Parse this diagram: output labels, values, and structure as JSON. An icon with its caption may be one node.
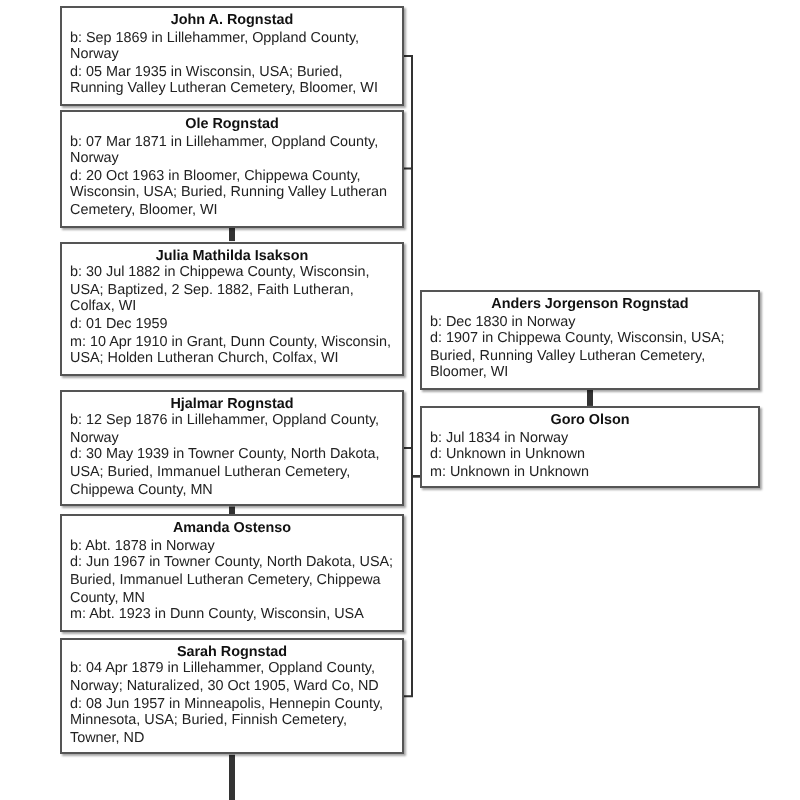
{
  "diagram": {
    "nodes": [
      {
        "text": [
          "John A. Rognstad",
          "b: Sep 1869 in Lillehammer, Oppland County, Norway",
          "d: 05 Mar 1935 in Wisconsin, USA; Buried, Running Valley Lutheran Cemetery, Bloomer, WI"
        ]
      },
      {
        "text": [
          "Ole Rognstad",
          "b: 07 Mar 1871 in Lillehammer, Oppland County, Norway",
          "d: 20 Oct 1963 in Bloomer, Chippewa County, Wisconsin, USA; Buried, Running Valley Lutheran Cemetery, Bloomer, WI"
        ]
      },
      {
        "text": [
          "Julia Mathilda Isakson",
          "b: 30 Jul 1882 in Chippewa County, Wisconsin, USA; Baptized, 2 Sep. 1882, Faith Lutheran, Colfax, WI",
          "d: 01 Dec 1959",
          "m: 10 Apr 1910 in Grant, Dunn County, Wisconsin, USA; Holden Lutheran Church, Colfax, WI"
        ]
      },
      {
        "text": [
          "Anders Jorgenson Rognstad",
          "b: Dec 1830 in Norway",
          "d: 1907 in Chippewa County, Wisconsin, USA; Buried, Running Valley Lutheran Cemetery, Bloomer, WI"
        ]
      },
      {
        "text": [
          "Goro Olson",
          "b: Jul 1834 in Norway",
          "d: Unknown in Unknown",
          "m: Unknown in Unknown"
        ]
      },
      {
        "text": [
          "Hjalmar Rognstad",
          "b: 12 Sep 1876 in Lillehammer, Oppland County, Norway",
          "d: 30 May 1939 in Towner County, North Dakota, USA; Buried, Immanuel Lutheran Cemetery, Chippewa County, MN"
        ]
      },
      {
        "text": [
          "Amanda Ostenso",
          "b: Abt. 1878 in Norway",
          "d: Jun 1967 in Towner County, North Dakota, USA; Buried, Immanuel Lutheran Cemetery, Chippewa County, MN",
          "m: Abt. 1923 in Dunn County, Wisconsin, USA"
        ]
      },
      {
        "text": [
          "Sarah Rognstad",
          "b: 04 Apr 1879 in Lillehammer, Oppland County, Norway; Naturalized, 30 Oct 1905, Ward Co, ND",
          "d: 08 Jun 1957 in Minneapolis, Hennepin County, Minnesota, USA; Buried, Finnish Cemetery, Towner, ND"
        ]
      }
    ],
    "edges": [
      {
        "from": 0,
        "to": 4,
        "arrow": "none"
      },
      {
        "from": 1,
        "to": 4,
        "arrow": "none"
      },
      {
        "from": 5,
        "to": 4,
        "arrow": "none"
      },
      {
        "from": 7,
        "to": 4,
        "arrow": "none"
      },
      {
        "from": 1,
        "to": 2,
        "arrow": "none",
        "style": "thick"
      },
      {
        "from": 3,
        "to": 4,
        "arrow": "none",
        "style": "thick"
      },
      {
        "from": 5,
        "to": 6,
        "arrow": "none",
        "style": "thick"
      },
      {
        "from": 7,
        "to": null,
        "arrow": "none",
        "style": "thick"
      }
    ]
  }
}
